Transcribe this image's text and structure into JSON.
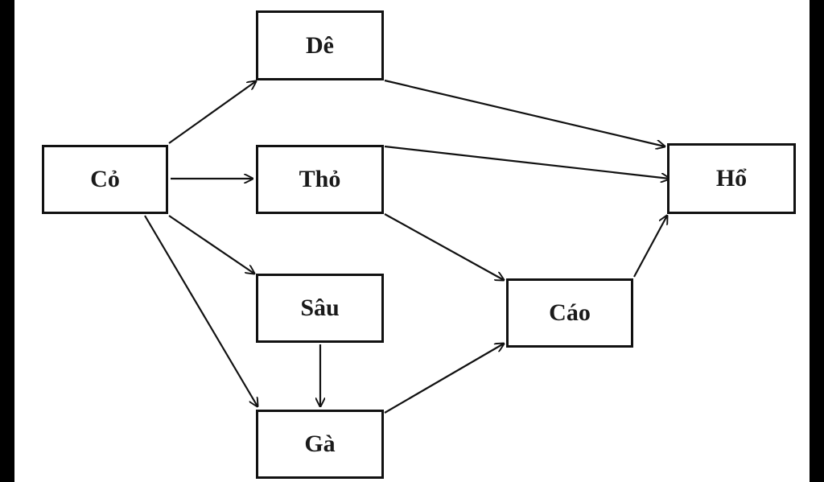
{
  "diagram": {
    "type": "food-web",
    "nodes": [
      {
        "id": "co",
        "label": "Cỏ"
      },
      {
        "id": "de",
        "label": "Dê"
      },
      {
        "id": "tho",
        "label": "Thỏ"
      },
      {
        "id": "sau",
        "label": "Sâu"
      },
      {
        "id": "ga",
        "label": "Gà"
      },
      {
        "id": "cao",
        "label": "Cáo"
      },
      {
        "id": "ho",
        "label": "Hổ"
      }
    ],
    "edges": [
      {
        "from": "co",
        "to": "de"
      },
      {
        "from": "co",
        "to": "tho"
      },
      {
        "from": "co",
        "to": "sau"
      },
      {
        "from": "co",
        "to": "ga"
      },
      {
        "from": "sau",
        "to": "ga"
      },
      {
        "from": "de",
        "to": "ho"
      },
      {
        "from": "tho",
        "to": "ho"
      },
      {
        "from": "tho",
        "to": "cao"
      },
      {
        "from": "ga",
        "to": "cao"
      },
      {
        "from": "cao",
        "to": "ho"
      }
    ],
    "colors": {
      "stroke": "#111111",
      "text": "#1a1a1a",
      "background": "#ffffff",
      "frame": "#000000"
    }
  }
}
